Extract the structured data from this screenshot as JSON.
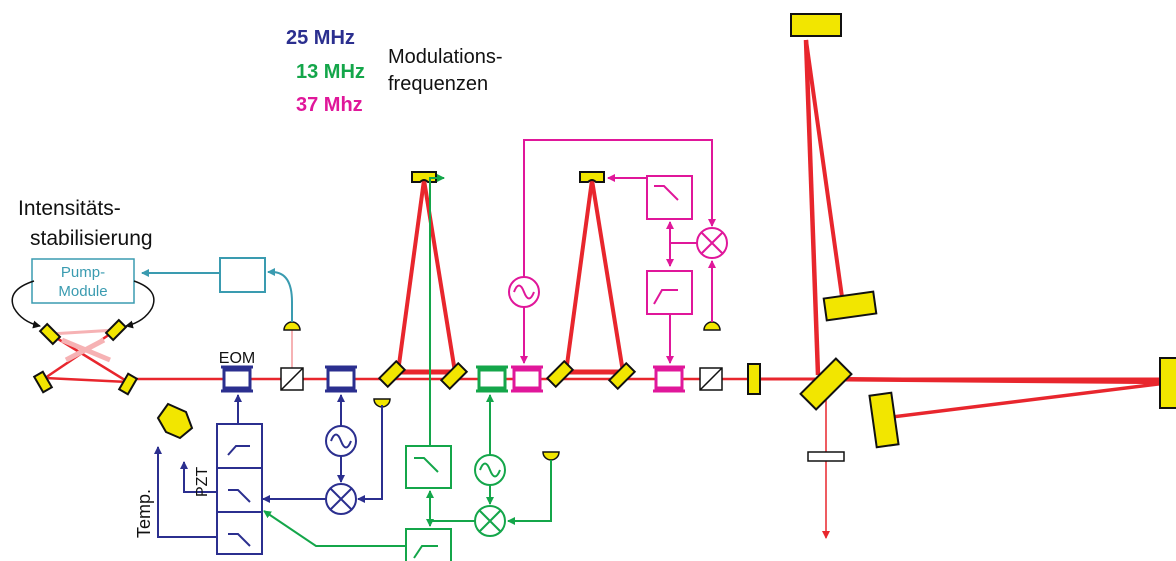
{
  "legend": {
    "freq_1": "25 MHz",
    "freq_2": "13 MHz",
    "freq_3": "37 Mhz",
    "title_line_1": "Modulations-",
    "title_line_2": "frequenzen"
  },
  "labels": {
    "stabilization_line_1": "Intensitäts-",
    "stabilization_line_2": "stabilisierung",
    "pump_line_1": "Pump-",
    "pump_line_2": "Module",
    "eom": "EOM",
    "pzt": "PZT",
    "temp": "Temp."
  },
  "colors": {
    "blue": "#2b2f8f",
    "green": "#14a64a",
    "magenta": "#e0179a",
    "teal": "#3a9bb0",
    "red": "#e8262d",
    "mirror": "#f2e600"
  }
}
